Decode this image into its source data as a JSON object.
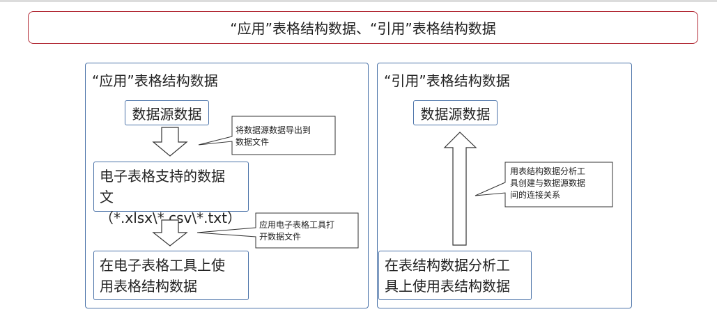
{
  "title": "“应用”表格结构数据、“引用”表格结构数据",
  "left_panel": {
    "title": "“应用”表格结构数据",
    "source_box": "数据源数据",
    "callout1": [
      "将数据源数据导出到",
      "数据文件"
    ],
    "spreadsheet_box": [
      "电子表格支持的数据",
      "文（*.xlsx\\*.csv\\*.txt）"
    ],
    "callout2": [
      "应用电子表格工具打",
      "开数据文件"
    ],
    "use_box": [
      "在电子表格工具上使",
      "用表格结构数据"
    ]
  },
  "right_panel": {
    "title": "“引用”表格结构数据",
    "source_box": "数据源数据",
    "callout": [
      "用表结构数据分析工",
      "具创建与数据源数据",
      "间的连接关系"
    ],
    "use_box": [
      "在表结构数据分析工",
      "具上使用表结构数据"
    ]
  },
  "colors": {
    "title_border": "#b22a35",
    "panel_border": "#4a72a8"
  }
}
